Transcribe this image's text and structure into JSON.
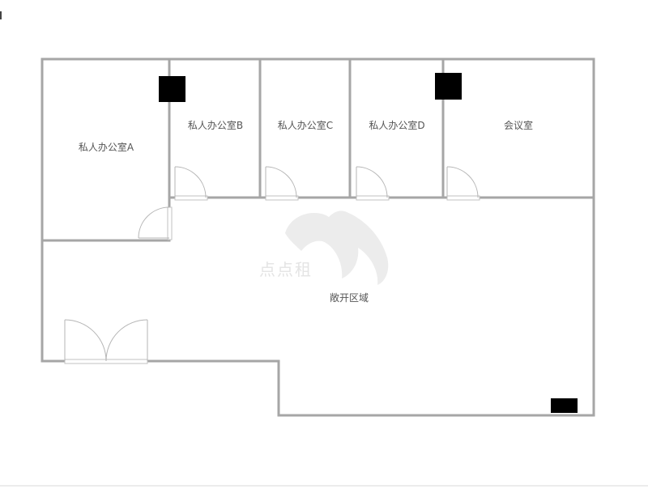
{
  "rooms": {
    "office_a": "私人办公室A",
    "office_b": "私人办公室B",
    "office_c": "私人办公室C",
    "office_d": "私人办公室D",
    "meeting": "会议室",
    "open_area": "敞开区域"
  },
  "watermark": {
    "text": "点点租"
  },
  "colors": {
    "wall": "#a6a6a6",
    "pillar": "#000000",
    "label": "#555555",
    "watermark": "#ececec"
  }
}
